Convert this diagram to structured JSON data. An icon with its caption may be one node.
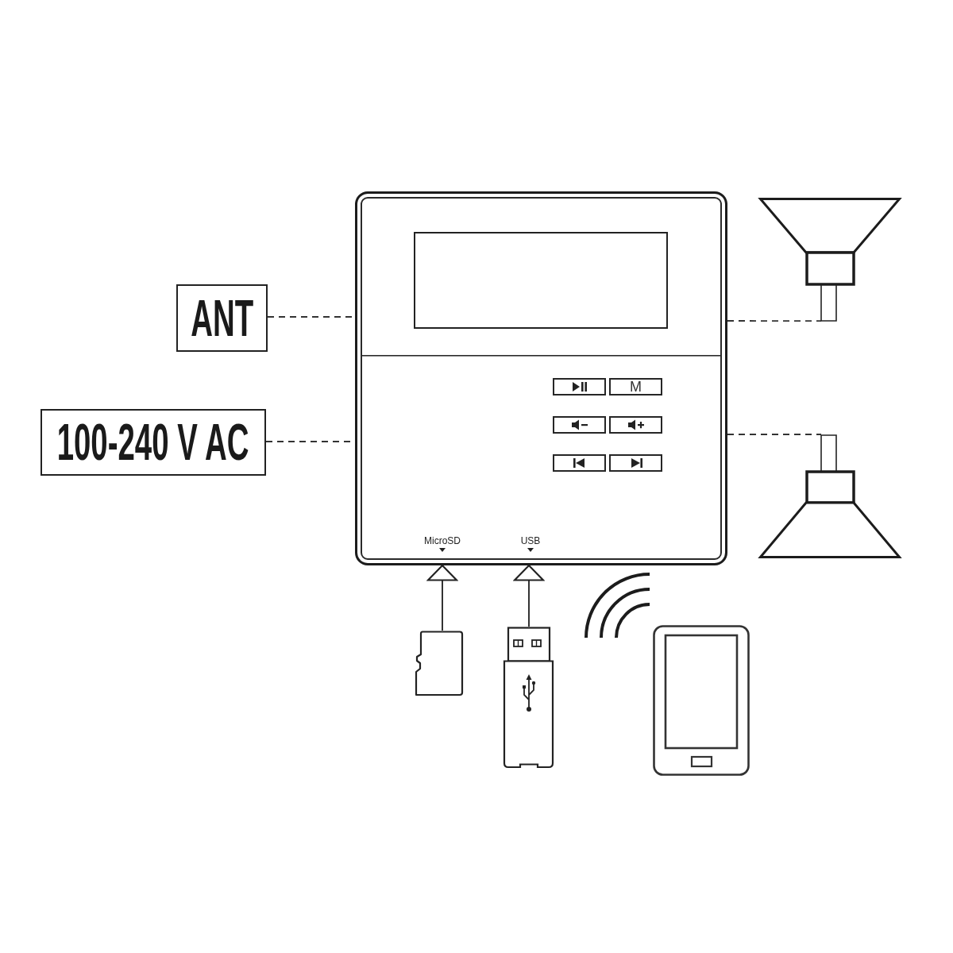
{
  "diagram": {
    "nodes": [
      {
        "text": [
          "ANT"
        ]
      },
      {
        "text": [
          "100-240 V AC"
        ]
      },
      {
        "text": [],
        "shape": "picture"
      },
      {
        "text": [],
        "shape": "box",
        "in": 2
      },
      {
        "text": [],
        "shape": "picture"
      },
      {
        "text": [],
        "shape": "picture"
      },
      {
        "text": [],
        "shape": "box"
      },
      {
        "text": [],
        "shape": "picture"
      },
      {
        "text": [],
        "shape": "picture"
      }
    ],
    "edges": [
      {
        "from": 0,
        "to": 2,
        "arrow": "none",
        "style": "dashed"
      },
      {
        "from": 1,
        "to": 2,
        "arrow": "none",
        "style": "dashed"
      },
      {
        "from": 2,
        "to": 4,
        "arrow": "none",
        "style": "dashed"
      },
      {
        "from": 2,
        "to": 5,
        "arrow": "none",
        "style": "dashed"
      },
      {
        "from": 6,
        "to": 2,
        "arrow": "to"
      },
      {
        "from": 7,
        "to": 2,
        "arrow": "to"
      }
    ],
    "labels": [
      "M",
      "MicroSD",
      "USB"
    ]
  }
}
